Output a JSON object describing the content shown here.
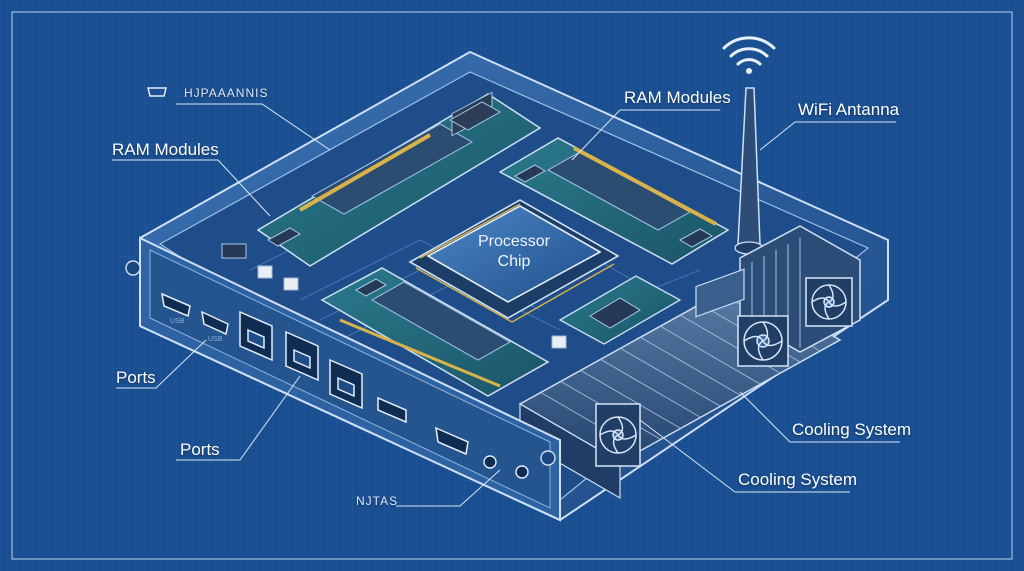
{
  "labels": {
    "top_left_code": "HJPAAANNIS",
    "ram_left": "RAM Modules",
    "ram_top": "RAM Modules",
    "wifi": "WiFi Antanna",
    "ports_left": "Ports",
    "ports_bottom": "Ports",
    "bottom_code": "NJTAS",
    "cooling_top": "Cooling System",
    "cooling_bottom": "Cooling System"
  },
  "chip": {
    "line1": "Processor",
    "line2": "Chip"
  },
  "port_marks": {
    "hdmi_left": "USB",
    "hdmi_right": "USB"
  },
  "colors": {
    "background": "#1a4f91",
    "line": "#cfe0f5",
    "case": "#2a5e9e",
    "board": "#1f5c7a"
  }
}
